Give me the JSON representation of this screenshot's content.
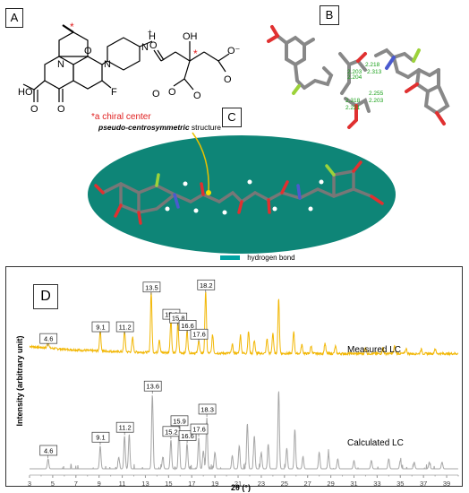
{
  "panels": {
    "a": {
      "label": "A",
      "chiral_note": "*a chiral center",
      "atoms": [
        "N",
        "N",
        "N",
        "O",
        "O",
        "O",
        "F",
        "H",
        "OH",
        "HO",
        "O",
        "O",
        "O",
        "O⁻",
        "O",
        "O"
      ],
      "charge": "+"
    },
    "b": {
      "label": "B",
      "distances": [
        "2.218",
        "2.203",
        "2.204",
        "2.313",
        "2.318",
        "2.221",
        "2.255",
        "2.203"
      ]
    },
    "c": {
      "label": "C",
      "title_italic": "pseudo-centrosymmetric",
      "title_rest": " structure",
      "legend": "hydrogen bond"
    },
    "d": {
      "label": "D"
    }
  },
  "colors": {
    "measured": "#F2B705",
    "calculated": "#A6A6A6",
    "ellipse": "#0E8577",
    "hbond": "#00A3A3"
  },
  "chart_data": {
    "type": "line",
    "xlabel": "2θ (°)",
    "ylabel": "Intensity (arbitrary unit)",
    "xlim": [
      3,
      40
    ],
    "x_ticks": [
      3,
      5,
      7,
      9,
      11,
      13,
      15,
      17,
      19,
      21,
      23,
      25,
      27,
      29,
      31,
      33,
      35,
      37,
      39
    ],
    "series": [
      {
        "name": "Measured LC",
        "peaks": [
          [
            4.6,
            12
          ],
          [
            9.1,
            28
          ],
          [
            11.2,
            28
          ],
          [
            11.9,
            20
          ],
          [
            13.5,
            82
          ],
          [
            14.2,
            18
          ],
          [
            15.2,
            45
          ],
          [
            15.8,
            40
          ],
          [
            16.6,
            30
          ],
          [
            17.6,
            18
          ],
          [
            18.2,
            85
          ],
          [
            18.8,
            25
          ],
          [
            20.5,
            12
          ],
          [
            21.2,
            25
          ],
          [
            21.9,
            30
          ],
          [
            22.4,
            18
          ],
          [
            23.5,
            20
          ],
          [
            24.0,
            28
          ],
          [
            24.5,
            74
          ],
          [
            25.8,
            30
          ],
          [
            26.5,
            12
          ],
          [
            27.3,
            10
          ],
          [
            28.5,
            14
          ],
          [
            29.4,
            10
          ],
          [
            32.0,
            8
          ],
          [
            33.5,
            8
          ],
          [
            34.5,
            10
          ],
          [
            35.5,
            7
          ],
          [
            36.8,
            6
          ],
          [
            38.0,
            7
          ]
        ],
        "labels": [
          "4.6",
          "9.1",
          "11.2",
          "13.5",
          "15.2",
          "15.8",
          "16.6",
          "17.6",
          "18.2"
        ]
      },
      {
        "name": "Calculated LC",
        "peaks": [
          [
            4.6,
            12
          ],
          [
            9.1,
            28
          ],
          [
            10.7,
            14
          ],
          [
            11.2,
            40
          ],
          [
            11.6,
            42
          ],
          [
            13.6,
            90
          ],
          [
            14.5,
            14
          ],
          [
            15.2,
            35
          ],
          [
            15.9,
            48
          ],
          [
            16.6,
            30
          ],
          [
            17.6,
            38
          ],
          [
            18.0,
            22
          ],
          [
            18.3,
            62
          ],
          [
            19.0,
            20
          ],
          [
            20.5,
            16
          ],
          [
            21.1,
            28
          ],
          [
            21.8,
            55
          ],
          [
            22.4,
            40
          ],
          [
            23.0,
            20
          ],
          [
            23.6,
            30
          ],
          [
            24.5,
            95
          ],
          [
            25.2,
            25
          ],
          [
            25.9,
            48
          ],
          [
            26.6,
            15
          ],
          [
            28.0,
            20
          ],
          [
            28.8,
            18
          ],
          [
            29.6,
            12
          ],
          [
            31.0,
            10
          ],
          [
            32.5,
            10
          ],
          [
            34.0,
            12
          ],
          [
            35.0,
            10
          ],
          [
            36.2,
            8
          ],
          [
            37.5,
            8
          ],
          [
            38.6,
            8
          ]
        ],
        "labels": [
          "4.6",
          "9.1",
          "11.2",
          "13.6",
          "15.2",
          "15.9",
          "16.6",
          "17.6",
          "18.3"
        ]
      }
    ]
  }
}
